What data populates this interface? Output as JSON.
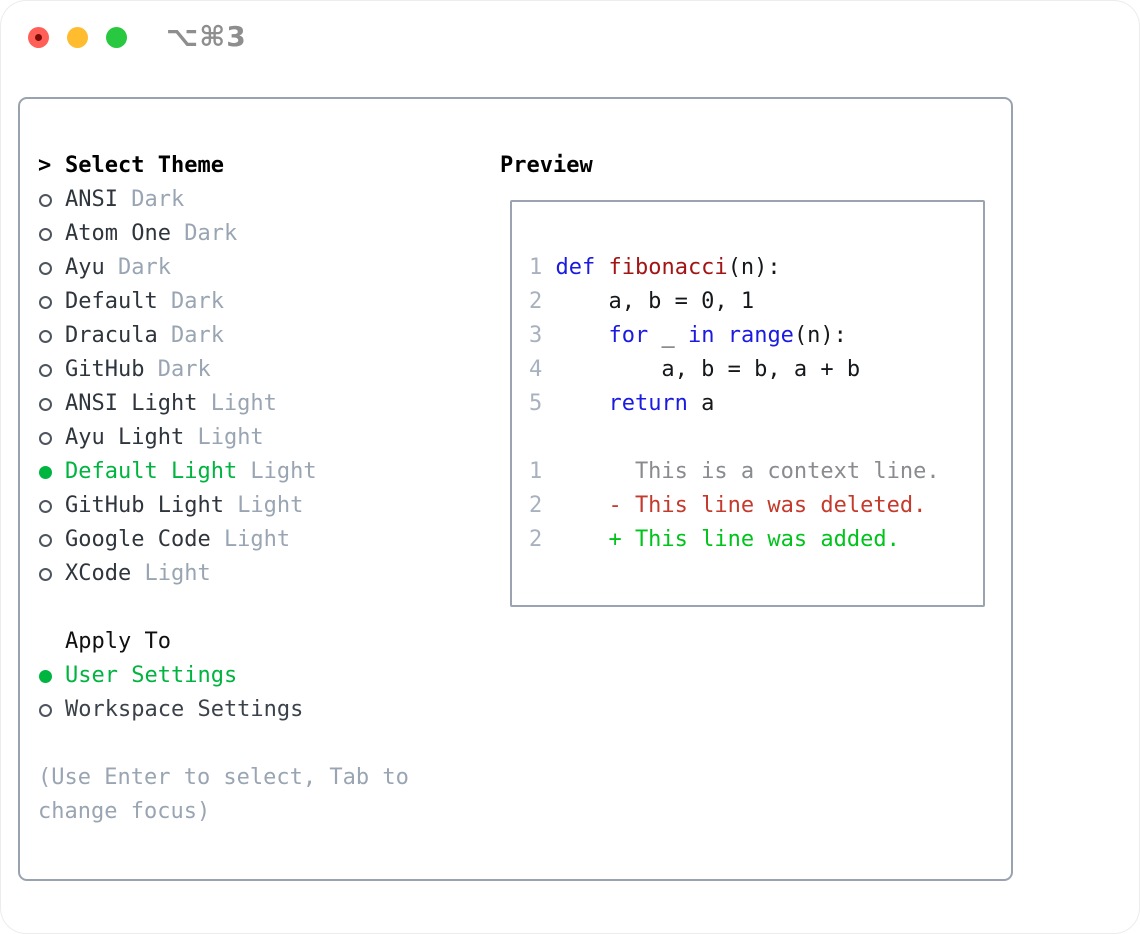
{
  "window": {
    "shortcut_label": "⌥⌘3"
  },
  "left_panel": {
    "prompt": ">",
    "title": "Select Theme",
    "themes": [
      {
        "name": "ANSI",
        "variant": "Dark",
        "selected": false
      },
      {
        "name": "Atom One",
        "variant": "Dark",
        "selected": false
      },
      {
        "name": "Ayu",
        "variant": "Dark",
        "selected": false
      },
      {
        "name": "Default",
        "variant": "Dark",
        "selected": false
      },
      {
        "name": "Dracula",
        "variant": "Dark",
        "selected": false
      },
      {
        "name": "GitHub",
        "variant": "Dark",
        "selected": false
      },
      {
        "name": "ANSI Light",
        "variant": "Light",
        "selected": false
      },
      {
        "name": "Ayu Light",
        "variant": "Light",
        "selected": false
      },
      {
        "name": "Default Light",
        "variant": "Light",
        "selected": true
      },
      {
        "name": "GitHub Light",
        "variant": "Light",
        "selected": false
      },
      {
        "name": "Google Code",
        "variant": "Light",
        "selected": false
      },
      {
        "name": "XCode",
        "variant": "Light",
        "selected": false
      }
    ],
    "apply_to": {
      "title": "Apply To",
      "options": [
        {
          "label": "User Settings",
          "selected": true
        },
        {
          "label": "Workspace Settings",
          "selected": false
        }
      ]
    },
    "help_text": "(Use Enter to select, Tab to change focus)"
  },
  "preview": {
    "title": "Preview",
    "lines": [
      {
        "num": "1",
        "segments": [
          {
            "t": "def",
            "c": "kw"
          },
          {
            "t": " ",
            "c": "plain"
          },
          {
            "t": "fibonacci",
            "c": "fn"
          },
          {
            "t": "(n):",
            "c": "plain"
          }
        ]
      },
      {
        "num": "2",
        "segments": [
          {
            "t": "    a, b = 0, 1",
            "c": "plain"
          }
        ]
      },
      {
        "num": "3",
        "segments": [
          {
            "t": "    ",
            "c": "plain"
          },
          {
            "t": "for",
            "c": "kw"
          },
          {
            "t": " _ ",
            "c": "plain"
          },
          {
            "t": "in",
            "c": "kw"
          },
          {
            "t": " ",
            "c": "plain"
          },
          {
            "t": "range",
            "c": "kw"
          },
          {
            "t": "(n):",
            "c": "plain"
          }
        ]
      },
      {
        "num": "4",
        "segments": [
          {
            "t": "        a, b = b, a + b",
            "c": "plain"
          }
        ]
      },
      {
        "num": "5",
        "segments": [
          {
            "t": "    ",
            "c": "plain"
          },
          {
            "t": "return",
            "c": "kw"
          },
          {
            "t": " a",
            "c": "plain"
          }
        ]
      },
      {
        "num": "",
        "segments": []
      },
      {
        "num": "1",
        "segments": [
          {
            "t": "      This is a context line.",
            "c": "ctx"
          }
        ]
      },
      {
        "num": "2",
        "segments": [
          {
            "t": "    - This line was deleted.",
            "c": "del"
          }
        ]
      },
      {
        "num": "2",
        "segments": [
          {
            "t": "    + This line was added.",
            "c": "add"
          }
        ]
      }
    ]
  },
  "palette": {
    "selection_green": "#00b440",
    "added_green": "#00c41c",
    "deleted_red": "#c43a2c",
    "keyword_blue": "#1a1ae0",
    "function_red": "#a31515",
    "context_gray": "#898b8e",
    "line_number_gray": "#a8b1bf",
    "muted_gray": "#9aa5b3",
    "border_gray": "#99a3af",
    "traffic_red": "#ff5f57",
    "traffic_yellow": "#febc2e",
    "traffic_green": "#28c840"
  }
}
